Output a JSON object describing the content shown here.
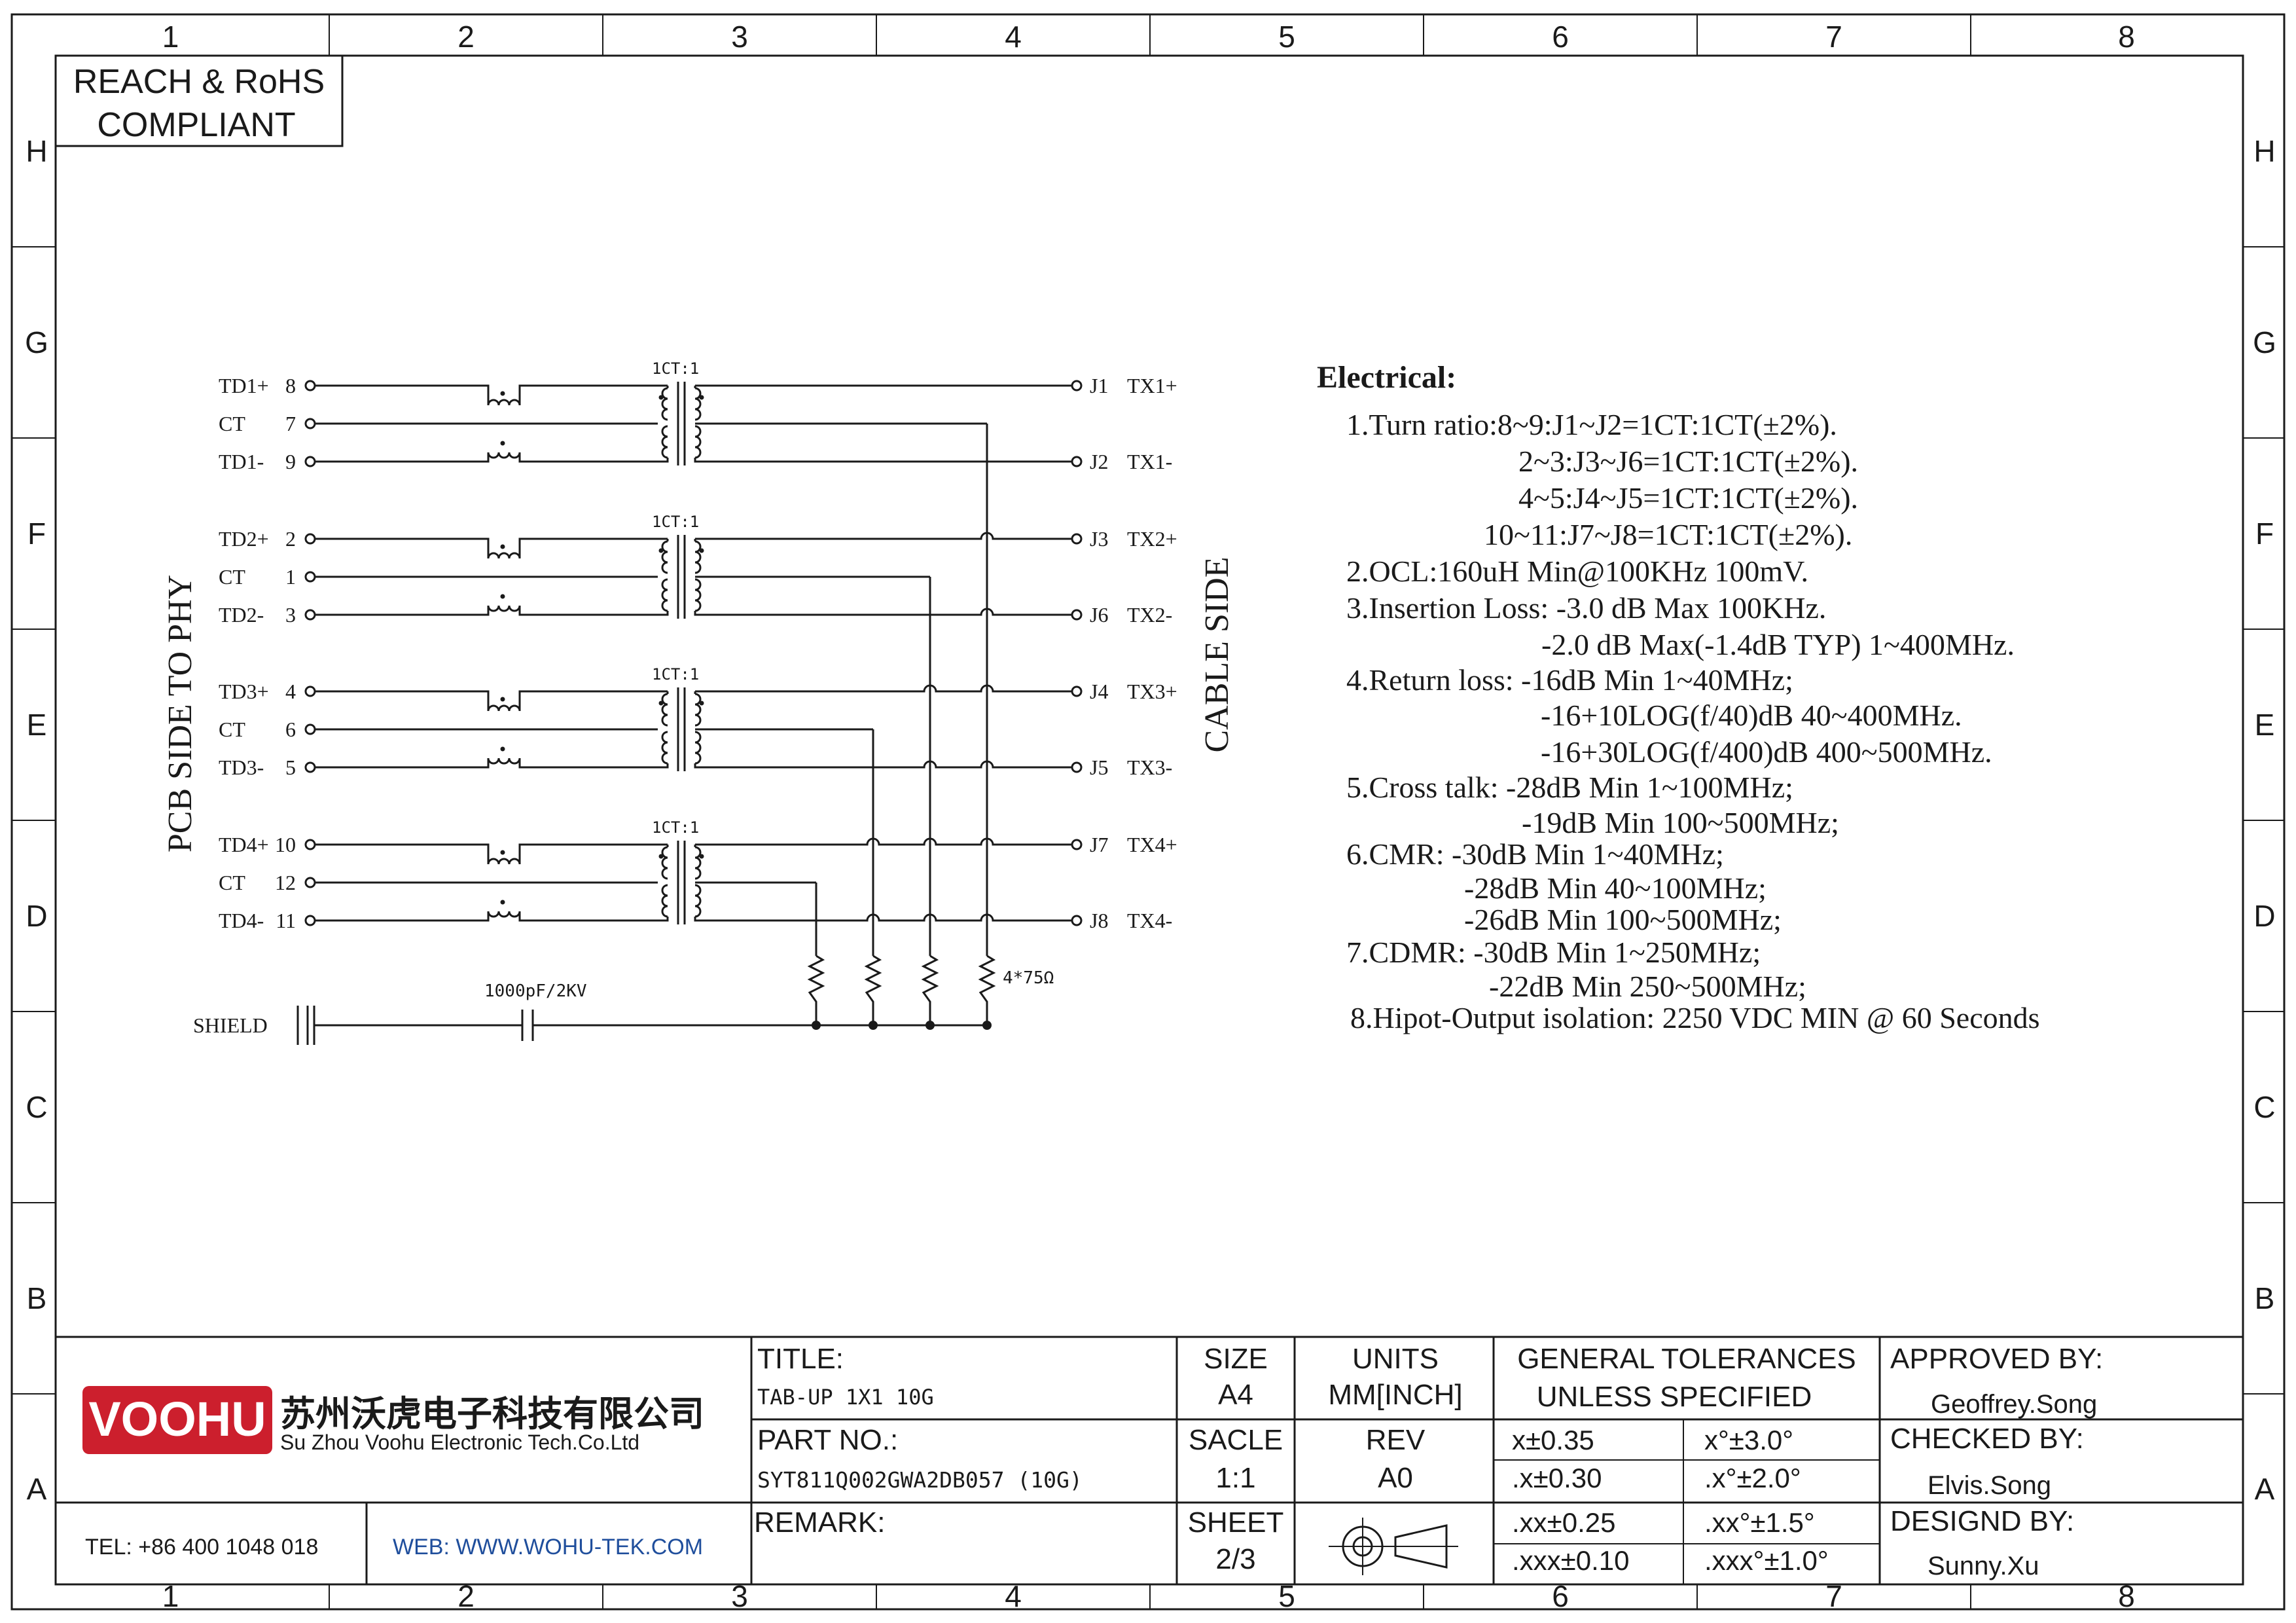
{
  "compliance": {
    "line1": "REACH & RoHS",
    "line2": "COMPLIANT"
  },
  "grid": {
    "cols": [
      "1",
      "2",
      "3",
      "4",
      "5",
      "6",
      "7",
      "8"
    ],
    "rows": [
      "H",
      "G",
      "F",
      "E",
      "D",
      "C",
      "B",
      "A"
    ]
  },
  "schematic": {
    "left_label": "PCB SIDE TO PHY",
    "right_label": "CABLE SIDE",
    "ratio_label": "1CT:1",
    "channels": [
      {
        "pins": [
          {
            "name": "TD1+",
            "num": "8"
          },
          {
            "name": "CT",
            "num": "7"
          },
          {
            "name": "TD1-",
            "num": "9"
          }
        ],
        "out": [
          {
            "j": "J1",
            "sig": "TX1+"
          },
          {
            "j": "J2",
            "sig": "TX1-"
          }
        ]
      },
      {
        "pins": [
          {
            "name": "TD2+",
            "num": "2"
          },
          {
            "name": "CT",
            "num": "1"
          },
          {
            "name": "TD2-",
            "num": "3"
          }
        ],
        "out": [
          {
            "j": "J3",
            "sig": "TX2+"
          },
          {
            "j": "J6",
            "sig": "TX2-"
          }
        ]
      },
      {
        "pins": [
          {
            "name": "TD3+",
            "num": "4"
          },
          {
            "name": "CT",
            "num": "6"
          },
          {
            "name": "TD3-",
            "num": "5"
          }
        ],
        "out": [
          {
            "j": "J4",
            "sig": "TX3+"
          },
          {
            "j": "J5",
            "sig": "TX3-"
          }
        ]
      },
      {
        "pins": [
          {
            "name": "TD4+",
            "num": "10"
          },
          {
            "name": "CT",
            "num": "12"
          },
          {
            "name": "TD4-",
            "num": "11"
          }
        ],
        "out": [
          {
            "j": "J7",
            "sig": "TX4+"
          },
          {
            "j": "J8",
            "sig": "TX4-"
          }
        ]
      }
    ],
    "resistor_label": "4*75Ω",
    "cap_label": "1000pF/2KV",
    "shield_label": "SHIELD"
  },
  "electrical": {
    "heading": "Electrical:",
    "lines": [
      "1.Turn ratio:8~9:J1~J2=1CT:1CT(±2%).",
      "2~3:J3~J6=1CT:1CT(±2%).",
      "4~5:J4~J5=1CT:1CT(±2%).",
      "10~11:J7~J8=1CT:1CT(±2%).",
      "2.OCL:160uH Min@100KHz 100mV.",
      "3.Insertion Loss: -3.0 dB Max 100KHz.",
      "-2.0 dB Max(-1.4dB TYP) 1~400MHz.",
      "4.Return loss: -16dB Min 1~40MHz;",
      "-16+10LOG(f/40)dB 40~400MHz.",
      "-16+30LOG(f/400)dB 400~500MHz.",
      "5.Cross talk: -28dB Min 1~100MHz;",
      "-19dB Min 100~500MHz;",
      "6.CMR: -30dB Min 1~40MHz;",
      "-28dB Min 40~100MHz;",
      "-26dB Min 100~500MHz;",
      "7.CDMR: -30dB Min 1~250MHz;",
      "-22dB Min 250~500MHz;",
      "8.Hipot-Output isolation: 2250 VDC MIN @ 60 Seconds"
    ]
  },
  "title_block": {
    "logo_text": "VOOHU",
    "company_cn": "苏州沃虎电子科技有限公司",
    "company_en": "Su Zhou Voohu Electronic Tech.Co.Ltd",
    "tel": "TEL: +86 400 1048 018",
    "web": "WEB: WWW.WOHU-TEK.COM",
    "title_label": "TITLE:",
    "title_value": "TAB-UP 1X1 10G",
    "part_label": "PART NO.:",
    "part_value": "SYT811Q002GWA2DB057 (10G)",
    "remark_label": "REMARK:",
    "size_label": "SIZE",
    "size_value": "A4",
    "scale_label": "SACLE",
    "scale_value": "1:1",
    "sheet_label": "SHEET",
    "sheet_value": "2/3",
    "units_label": "UNITS",
    "units_value": "MM[INCH]",
    "rev_label": "REV",
    "rev_value": "A0",
    "tol_line1": "GENERAL TOLERANCES",
    "tol_line2": "UNLESS SPECIFIED",
    "tolerances": [
      [
        "x±0.35",
        "x°±3.0°"
      ],
      [
        ".x±0.30",
        ".x°±2.0°"
      ],
      [
        ".xx±0.25",
        ".xx°±1.5°"
      ],
      [
        ".xxx±0.10",
        ".xxx°±1.0°"
      ]
    ],
    "approved_label": "APPROVED BY:",
    "approved_value": "Geoffrey.Song",
    "checked_label": "CHECKED BY:",
    "checked_value": "Elvis.Song",
    "designed_label": "DESIGND BY:",
    "designed_value": "Sunny.Xu",
    "brand_color": "#cc1f2d"
  }
}
